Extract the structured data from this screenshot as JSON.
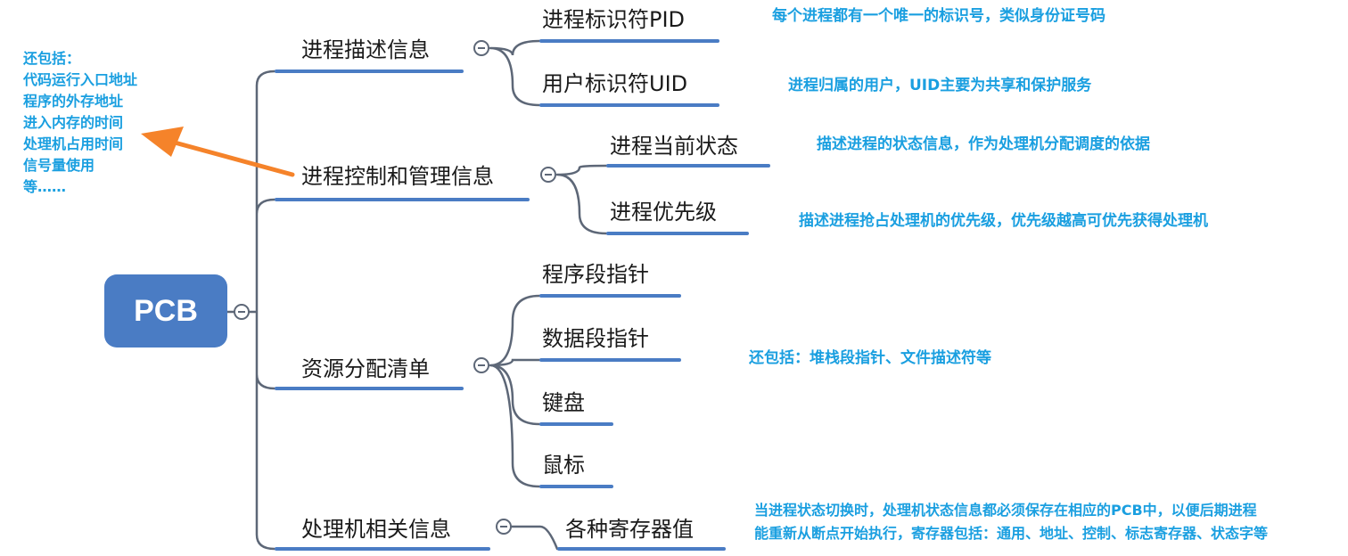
{
  "root": {
    "label": "PCB"
  },
  "branches": [
    {
      "label": "进程描述信息",
      "children": [
        {
          "label": "进程标识符PID"
        },
        {
          "label": "用户标识符UID"
        }
      ]
    },
    {
      "label": "进程控制和管理信息",
      "children": [
        {
          "label": "进程当前状态"
        },
        {
          "label": "进程优先级"
        }
      ]
    },
    {
      "label": "资源分配清单",
      "children": [
        {
          "label": "程序段指针"
        },
        {
          "label": "数据段指针"
        },
        {
          "label": "键盘"
        },
        {
          "label": "鼠标"
        }
      ]
    },
    {
      "label": "处理机相关信息",
      "children": [
        {
          "label": "各种寄存器值"
        }
      ]
    }
  ],
  "notes": {
    "pid": "每个进程都有一个唯一的标识号，类似身份证号码",
    "uid": "进程归属的用户，UID主要为共享和保护服务",
    "state": "描述进程的状态信息，作为处理机分配调度的依据",
    "priority": "描述进程抢占处理机的优先级，优先级越高可优先获得处理机",
    "resources": "还包括：堆栈段指针、文件描述符等",
    "registers_line1": "当进程状态切换时，处理机状态信息都必须保存在相应的PCB中，以便后期进程",
    "registers_line2": "能重新从断点开始执行，寄存器包括：通用、地址、控制、标志寄存器、状态字等"
  },
  "side_note": {
    "lines": [
      "还包括：",
      "代码运行入口地址",
      "程序的外存地址",
      "进入内存的时间",
      "处理机占用时间",
      "信号量使用",
      "等……"
    ]
  },
  "colors": {
    "node_fill": "#4a7cc4",
    "connector": "#5d6777",
    "underline": "#4a7cc4",
    "note_text": "#1a9fe0",
    "arrow": "#f5832a"
  }
}
